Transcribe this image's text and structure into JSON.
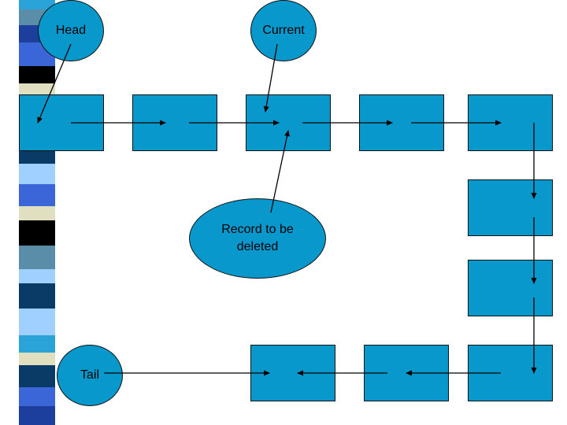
{
  "labels": {
    "head": "Head",
    "current": "Current",
    "tail": "Tail",
    "record_line1": "Record to be",
    "record_line2": "deleted"
  },
  "colors": {
    "node_fill": "#0898cc",
    "outline": "#111111",
    "arrow": "#000000",
    "stripe": [
      "#5a8ea8",
      "#1c3f9e",
      "#3a66d8",
      "#000000",
      "#e0e0c0",
      "#9fd0ff",
      "#0a3a66",
      "#2aa4d8"
    ]
  }
}
